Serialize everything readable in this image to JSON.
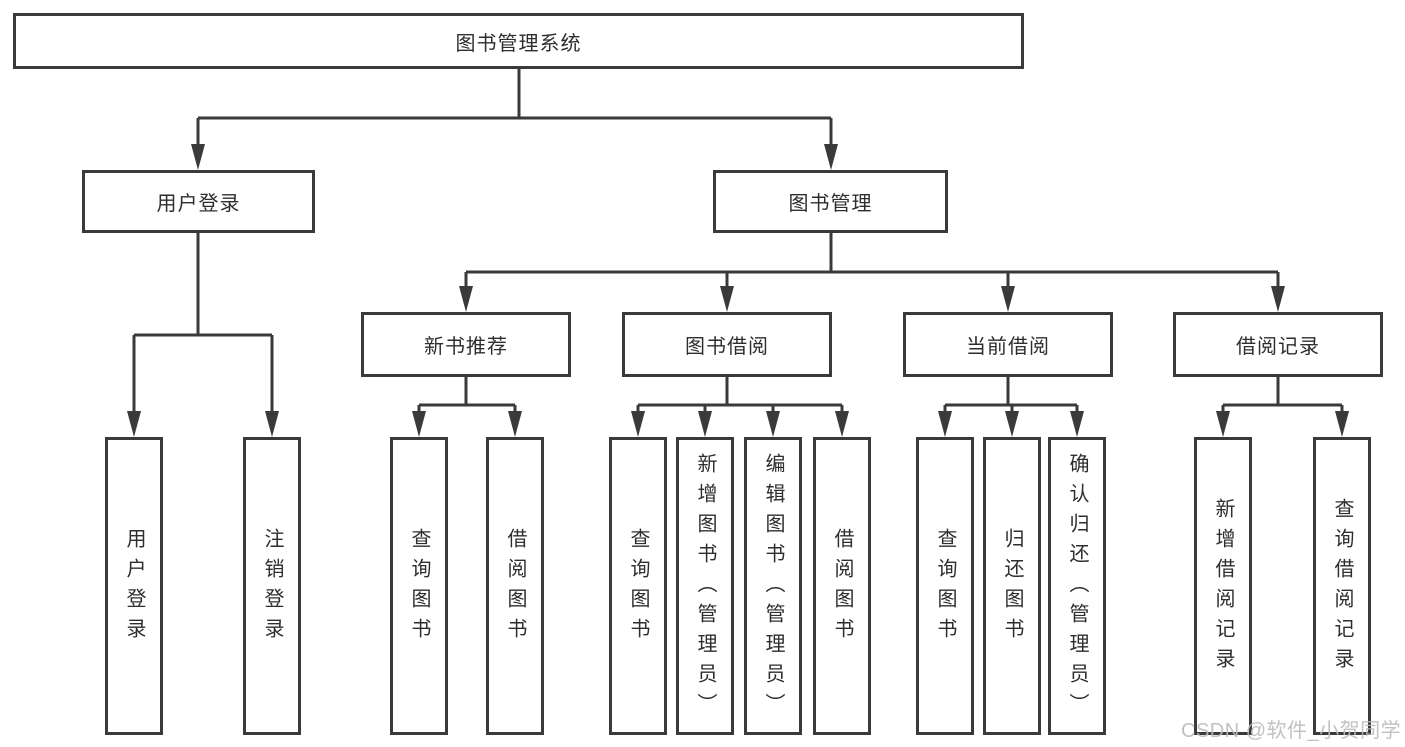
{
  "diagram": {
    "root": {
      "label": "图书管理系统"
    },
    "level2": [
      {
        "label": "用户登录"
      },
      {
        "label": "图书管理"
      }
    ],
    "level3": [
      {
        "label": "新书推荐"
      },
      {
        "label": "图书借阅"
      },
      {
        "label": "当前借阅"
      },
      {
        "label": "借阅记录"
      }
    ],
    "leaves": [
      {
        "label": "用户登录"
      },
      {
        "label": "注销登录"
      },
      {
        "label": "查询图书"
      },
      {
        "label": "借阅图书"
      },
      {
        "label": "查询图书"
      },
      {
        "label": "新增图书（管理员）"
      },
      {
        "label": "编辑图书（管理员）"
      },
      {
        "label": "借阅图书"
      },
      {
        "label": "查询图书"
      },
      {
        "label": "归还图书"
      },
      {
        "label": "确认归还（管理员）"
      },
      {
        "label": "新增借阅记录"
      },
      {
        "label": "查询借阅记录"
      }
    ]
  },
  "watermark": {
    "text": "CSDN @软件_小贺同学"
  },
  "colors": {
    "line": "#3a3a3a",
    "text": "#2e2e2e",
    "watermark": "#bcbcbc",
    "background": "#ffffff"
  }
}
